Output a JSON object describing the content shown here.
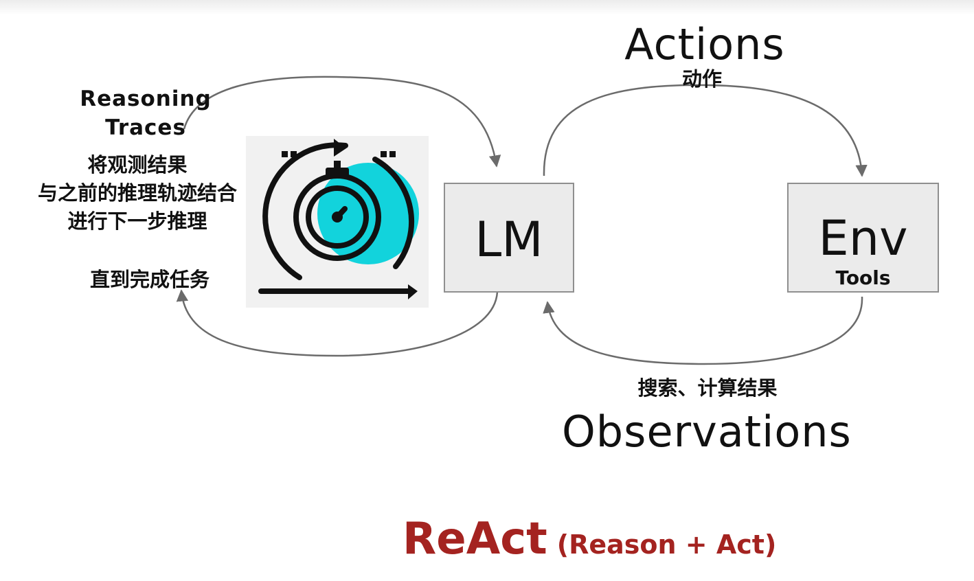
{
  "lm_box": {
    "title": "LM"
  },
  "env_box": {
    "title": "Env",
    "subtitle": "Tools"
  },
  "actions": {
    "title": "Actions",
    "subtitle": "动作"
  },
  "observations": {
    "title": "Observations",
    "subtitle": "搜索、计算结果"
  },
  "reasoning": {
    "title_lines": [
      "Reasoning",
      "Traces"
    ],
    "sub_lines": [
      "将观测结果",
      "与之前的推理轨迹结合",
      "进行下一步推理"
    ],
    "until": "直到完成任务"
  },
  "icon": {
    "name": "iterative-cycle-stopwatch-icon",
    "accent_color": "#12d3dc"
  },
  "footer": {
    "main": "ReAct",
    "sub": "(Reason + Act)",
    "color": "#a42320"
  },
  "colors": {
    "arrow": "#6b6b6b",
    "box_fill": "#ebebeb",
    "box_border": "#8f8f8f"
  }
}
